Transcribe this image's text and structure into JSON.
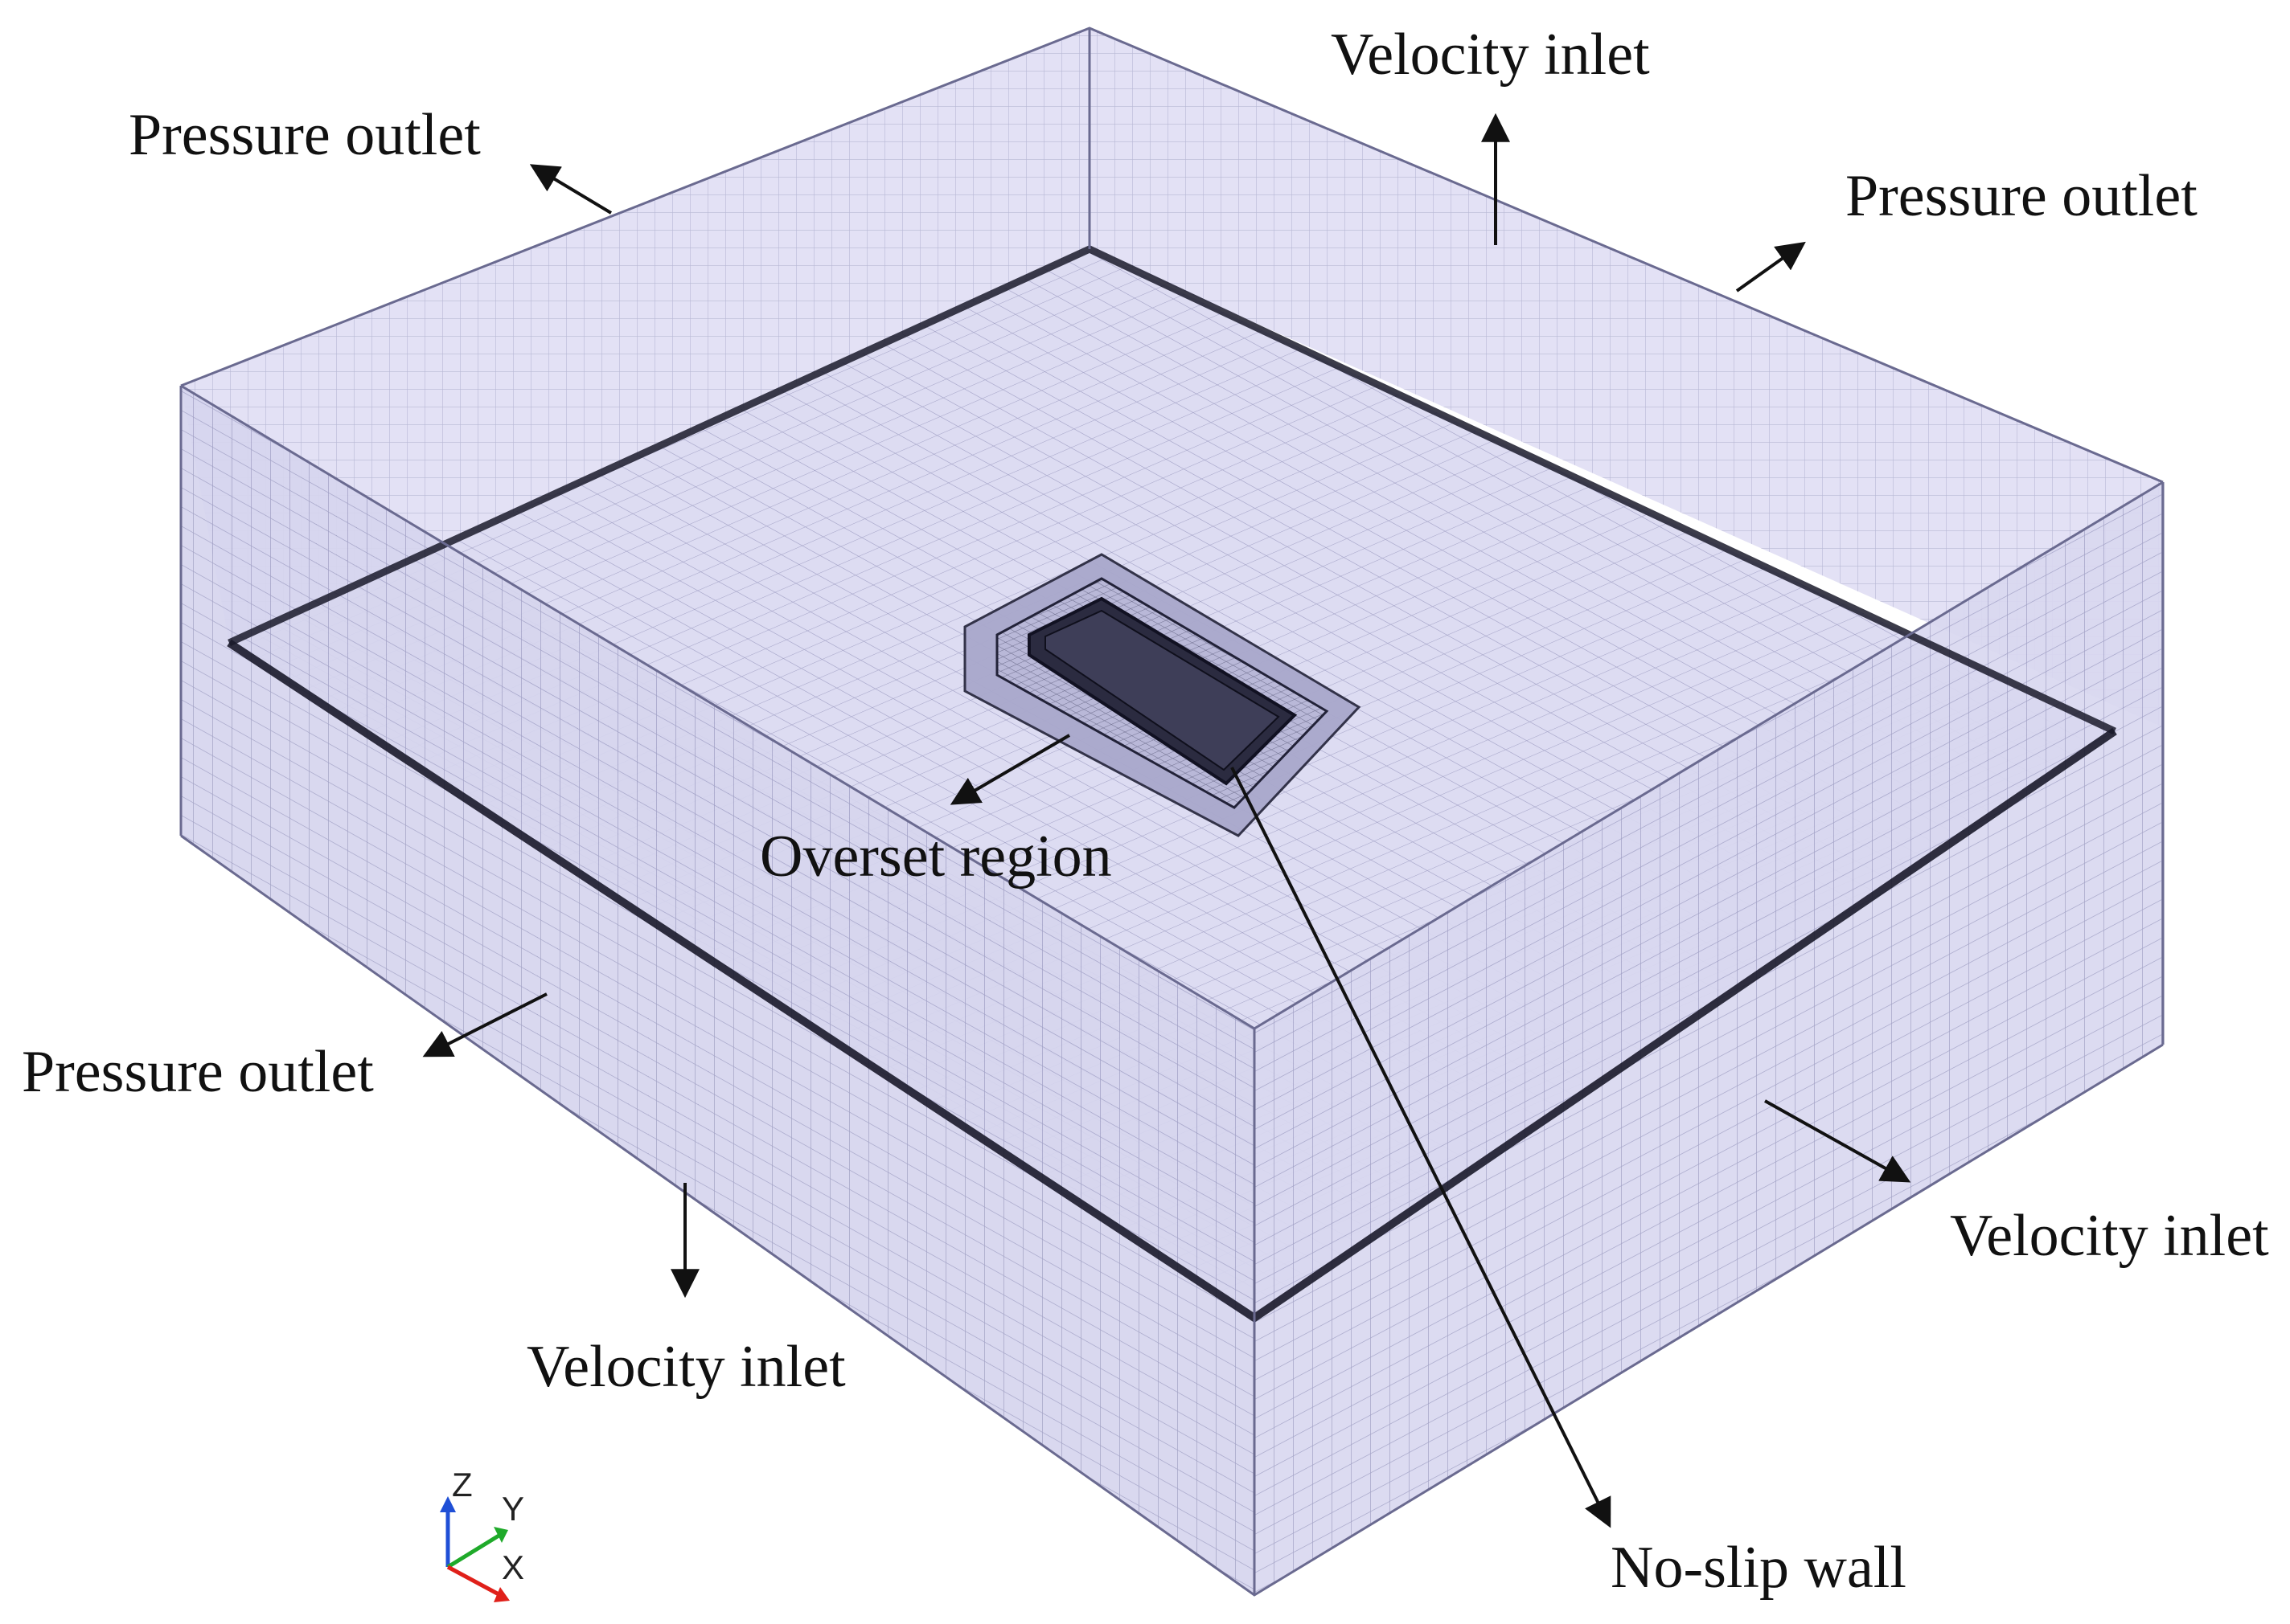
{
  "labels": {
    "pressure_outlet_top_left": "Pressure outlet",
    "velocity_inlet_top": "Velocity inlet",
    "pressure_outlet_top_right": "Pressure outlet",
    "overset_region": "Overset region",
    "pressure_outlet_left": "Pressure outlet",
    "velocity_inlet_right": "Velocity inlet",
    "velocity_inlet_bottom": "Velocity inlet",
    "no_slip_wall": "No-slip wall"
  },
  "axes": {
    "z": "Z",
    "y": "Y",
    "x": "X"
  },
  "colors": {
    "mesh_fill": "#dcdcf2",
    "mesh_fill_side": "#d2d2ec",
    "grid_line": "#5a5a8a",
    "dense_line": "#1a1a2a",
    "edge": "#6a6a90",
    "axis_z": "#1f4fd6",
    "axis_y": "#1faa2a",
    "axis_x": "#e0201a"
  }
}
